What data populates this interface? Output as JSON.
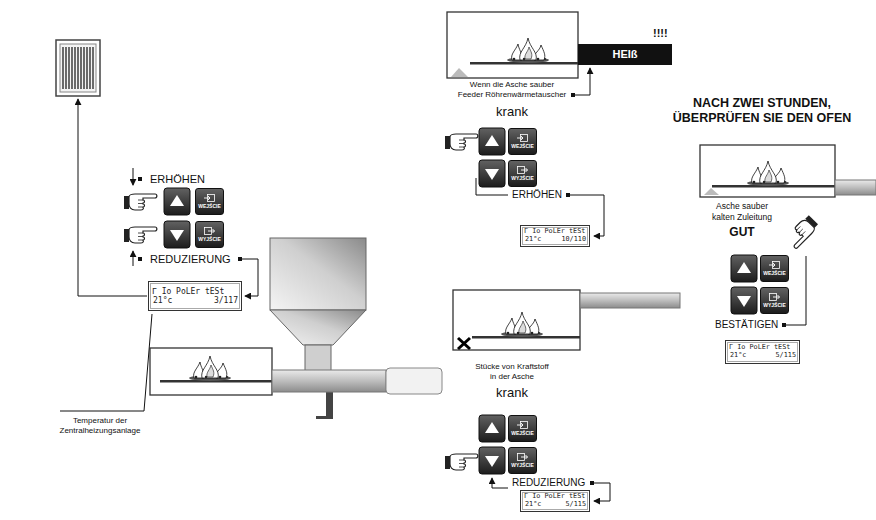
{
  "diagram": {
    "nodes": [
      {
        "text": [
          "WEJŚCIE"
        ]
      },
      {
        "text": [
          "WYJŚCIE"
        ]
      },
      {
        "text": [
          "Γ Io PoLEr tESt",
          "21°c",
          "3/117"
        ]
      },
      {
        "text": [
          "HEIß"
        ]
      },
      {
        "text": [
          "WEJŚCIE"
        ]
      },
      {
        "text": [
          "WYJŚCIE"
        ]
      },
      {
        "text": [
          "Γ Io PoLEr tESt",
          "21°c",
          "10/110"
        ]
      },
      {
        "text": [
          "WEJŚCIE"
        ]
      },
      {
        "text": [
          "WYJŚCIE"
        ]
      },
      {
        "text": [
          "Γ Io PoLEr tESt",
          "21°c",
          "5/115"
        ]
      },
      {
        "text": [
          "WEJŚCIE"
        ]
      },
      {
        "text": [
          "WYJŚCIE"
        ]
      },
      {
        "text": [
          "Γ Io PoLEr tESt",
          "21°c",
          "5/115"
        ]
      }
    ],
    "labels": [
      "ERHÖHEN",
      "REDUZIERUNG",
      "Temperatur der Zentralheizungsanlage",
      "!!!!",
      "Wenn die Asche sauber Feeder Röhrenwärmetauscher",
      "krank",
      "ERHÖHEN",
      "NACH ZWEI STUNDEN, ÜBERPRÜFEN SIE DEN OFEN",
      "Asche sauber kalten Zuleitung",
      "GUT",
      "BESTÄTIGEN",
      "Stücke von Kraftstoff in der Asche",
      "krank",
      "REDUZIERUNG"
    ]
  }
}
